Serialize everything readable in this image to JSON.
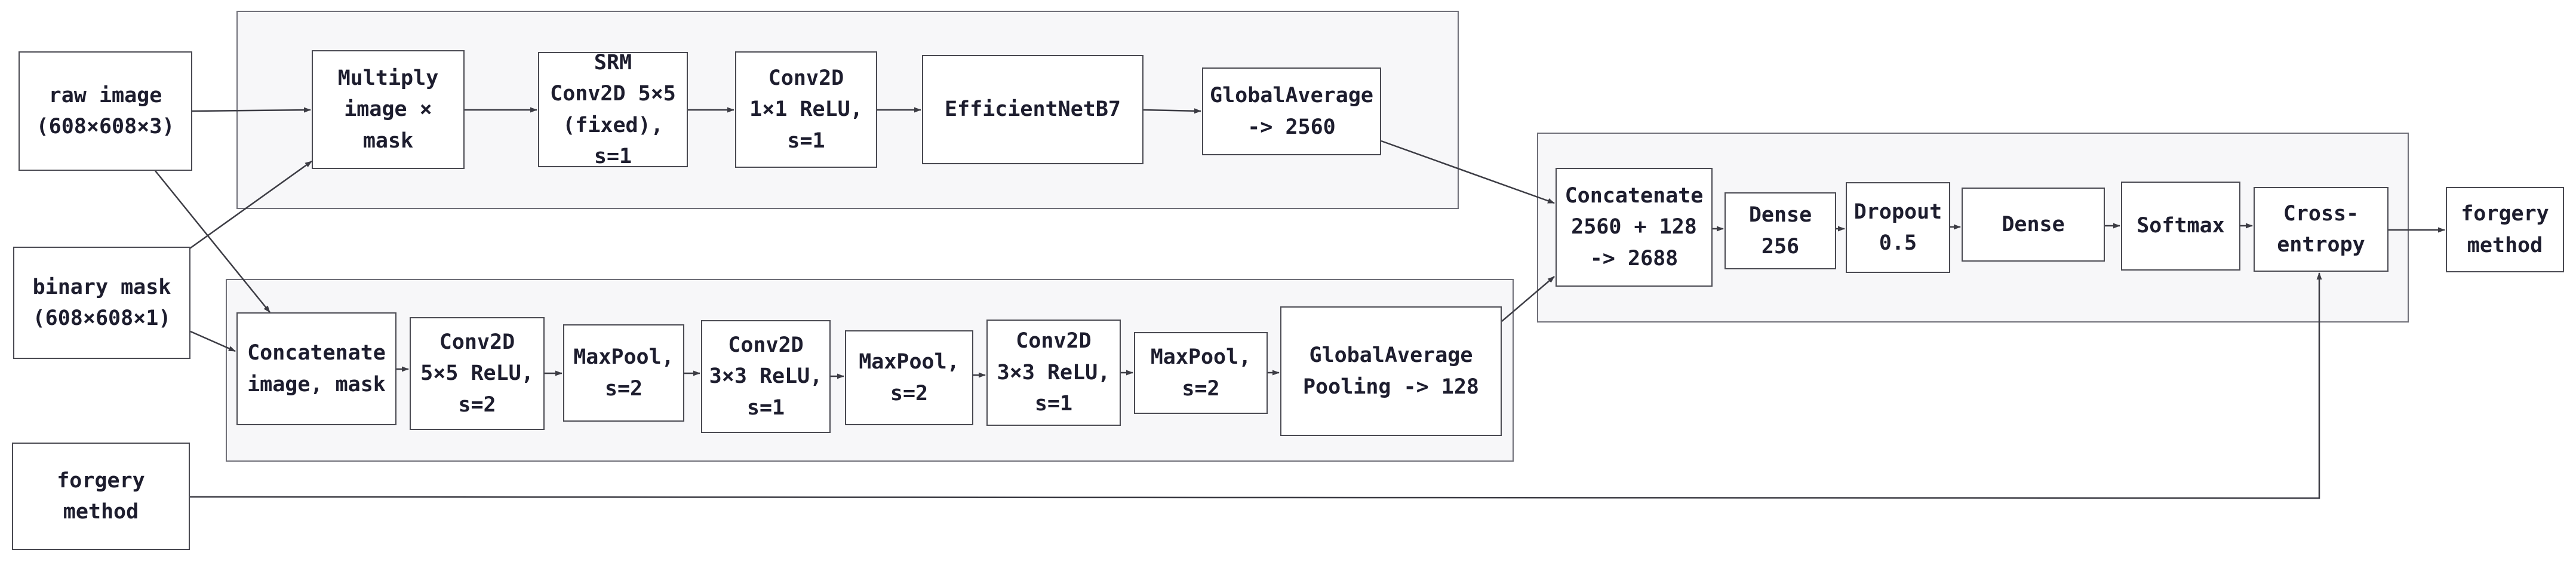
{
  "colors": {
    "text": "#1d1d2e",
    "border": "#4a4a52",
    "group_fill": "#f7f7f9",
    "edge": "#3c3c44"
  },
  "nodes": {
    "raw_image": "raw image\n(608×608×3)",
    "binary_mask": "binary mask\n(608×608×1)",
    "forgery_method_in": "forgery\nmethod",
    "multiply": "Multiply\nimage ×\nmask",
    "srm": "SRM\nConv2D 5×5\n(fixed), s=1",
    "conv_top": "Conv2D\n1×1 ReLU,\ns=1",
    "efficientnet": "EfficientNetB7",
    "gap_top": "GlobalAverage\n-> 2560",
    "concat_in": "Concatenate\nimage, mask",
    "conv1": "Conv2D\n5×5 ReLU,\ns=2",
    "pool1": "MaxPool,\ns=2",
    "conv2": "Conv2D\n3×3 ReLU,\ns=1",
    "pool2": "MaxPool,\ns=2",
    "conv3": "Conv2D\n3×3 ReLU,\ns=1",
    "pool3": "MaxPool,\ns=2",
    "gap_bottom": "GlobalAverage\nPooling -> 128",
    "concat_mid": "Concatenate\n2560 + 128\n-> 2688",
    "dense256": "Dense\n256",
    "dropout": "Dropout\n0.5",
    "dense": "Dense",
    "softmax": "Softmax",
    "cross_entropy": "Cross-\nentropy",
    "forgery_method_out": "forgery\nmethod"
  }
}
